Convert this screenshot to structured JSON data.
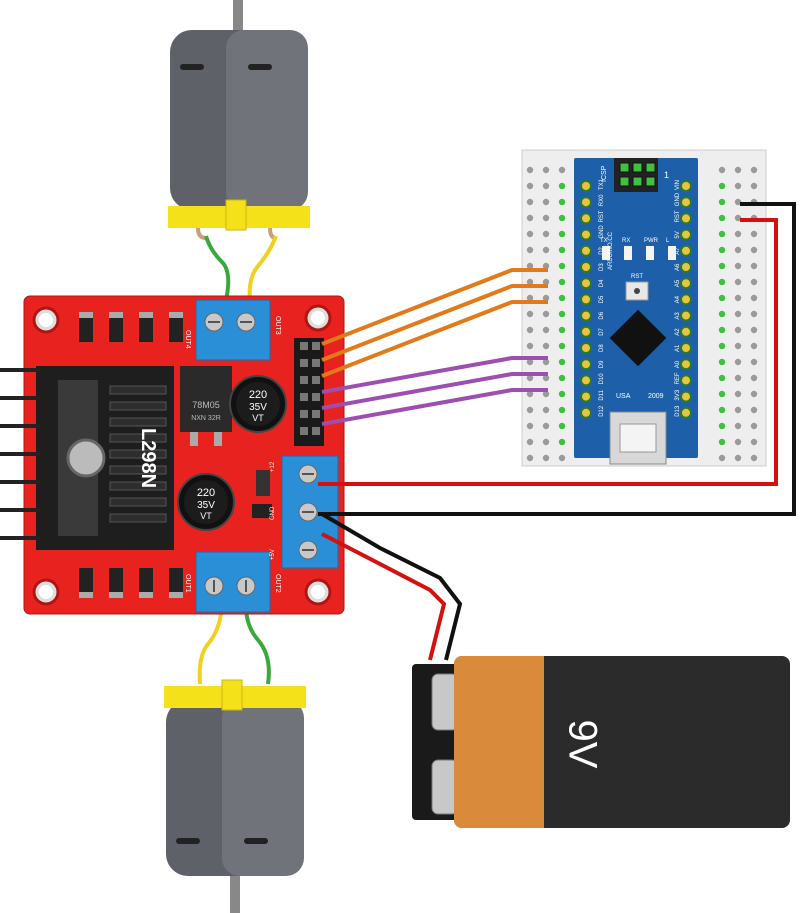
{
  "motor_driver": {
    "chip_label": "L298N",
    "regulator_label": "78M05",
    "regulator_code": "NXN 32R",
    "cap1": {
      "value": "220",
      "voltage": "35V",
      "suffix": "VT"
    },
    "cap2": {
      "value": "220",
      "voltage": "35V",
      "suffix": "VT"
    },
    "out_labels": [
      "OUT1",
      "OUT2",
      "OUT3",
      "OUT4"
    ],
    "power_labels": [
      "+12",
      "GND",
      "+5V"
    ]
  },
  "arduino": {
    "brand": "ARDUINO.CC",
    "icsp": "ICSP",
    "usa": "USA",
    "year": "2009",
    "rst": "RST",
    "leds": [
      "TX",
      "RX",
      "PWR",
      "L"
    ],
    "left_pins": [
      "TX1",
      "RX0",
      "RST",
      "GND",
      "D2",
      "D3",
      "D4",
      "D5",
      "D6",
      "D7",
      "D8",
      "D9",
      "D10",
      "D11",
      "D12"
    ],
    "right_pins": [
      "VIN",
      "GND",
      "RST",
      "5V",
      "A7",
      "A6",
      "A5",
      "A4",
      "A3",
      "A2",
      "A1",
      "A0",
      "REF",
      "3V3",
      "D13"
    ],
    "header_num": "1"
  },
  "battery": {
    "label": "9V"
  },
  "colors": {
    "board_red": "#e8231f",
    "terminal_blue": "#2a8fd6",
    "motor_gray": "#5e6268",
    "motor_yellow": "#f5e11a",
    "nano_blue": "#1d5fa8",
    "wire_orange": "#e07a1a",
    "wire_purple": "#9b4fb0",
    "wire_red": "#d41010",
    "wire_black": "#111111",
    "wire_green": "#3aa83a",
    "wire_yellow": "#f0d020",
    "battery_orange": "#d98a3a",
    "battery_dark": "#2b2b2b"
  }
}
